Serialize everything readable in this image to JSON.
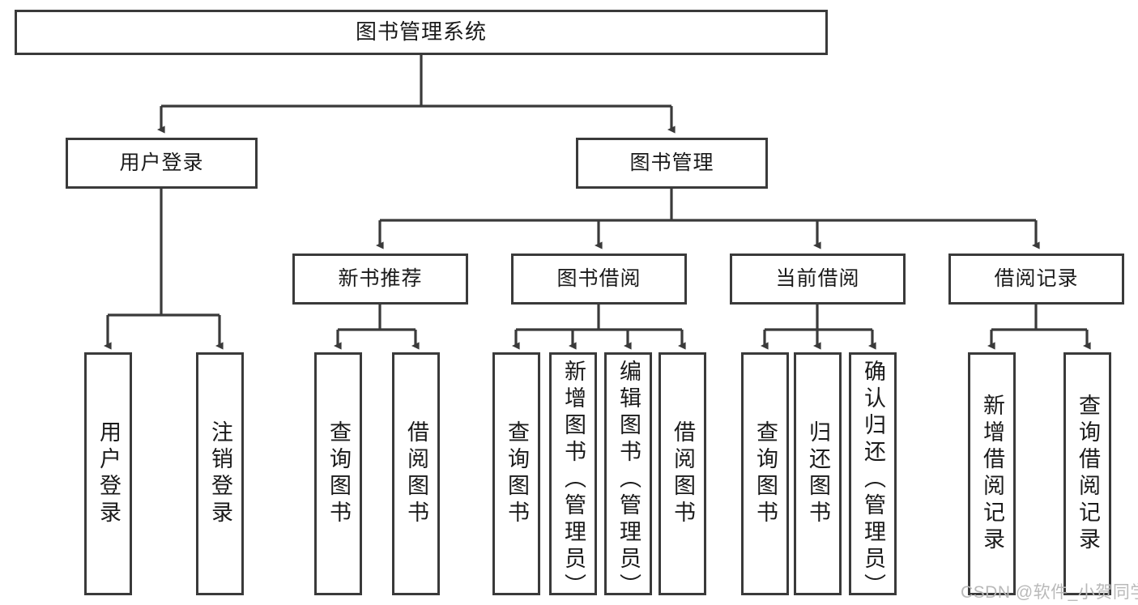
{
  "diagram": {
    "title": "图书管理系统",
    "root": {
      "id": "root",
      "label": "图书管理系统"
    },
    "level1": [
      {
        "id": "user-login",
        "label": "用户登录"
      },
      {
        "id": "book-manage",
        "label": "图书管理"
      }
    ],
    "level2": [
      {
        "id": "new-book-recommend",
        "label": "新书推荐"
      },
      {
        "id": "book-borrow",
        "label": "图书借阅"
      },
      {
        "id": "current-borrow",
        "label": "当前借阅"
      },
      {
        "id": "borrow-record",
        "label": "借阅记录"
      }
    ],
    "leaves": {
      "user_login": [
        {
          "id": "leaf-user-login",
          "label": "用户登录"
        },
        {
          "id": "leaf-logout-login",
          "label": "注销登录"
        }
      ],
      "new_book_recommend": [
        {
          "id": "leaf-query-book-1",
          "label": "查询图书"
        },
        {
          "id": "leaf-borrow-book-1",
          "label": "借阅图书"
        }
      ],
      "book_borrow": [
        {
          "id": "leaf-query-book-2",
          "label": "查询图书"
        },
        {
          "id": "leaf-add-book",
          "label": "新增图书（管理员）"
        },
        {
          "id": "leaf-edit-book",
          "label": "编辑图书（管理员）"
        },
        {
          "id": "leaf-borrow-book-2",
          "label": "借阅图书"
        }
      ],
      "current_borrow": [
        {
          "id": "leaf-query-book-3",
          "label": "查询图书"
        },
        {
          "id": "leaf-return-book",
          "label": "归还图书"
        },
        {
          "id": "leaf-confirm-return",
          "label": "确认归还（管理员）"
        }
      ],
      "borrow_record": [
        {
          "id": "leaf-add-record",
          "label": "新增借阅记录"
        },
        {
          "id": "leaf-query-record",
          "label": "查询借阅记录"
        }
      ]
    },
    "colors": {
      "border": "#3a3a3a",
      "background": "#ffffff",
      "text": "#1a1a1a",
      "watermark": "#b9b9b9"
    }
  },
  "watermark": {
    "text": "CSDN @软件_小贺同学"
  }
}
